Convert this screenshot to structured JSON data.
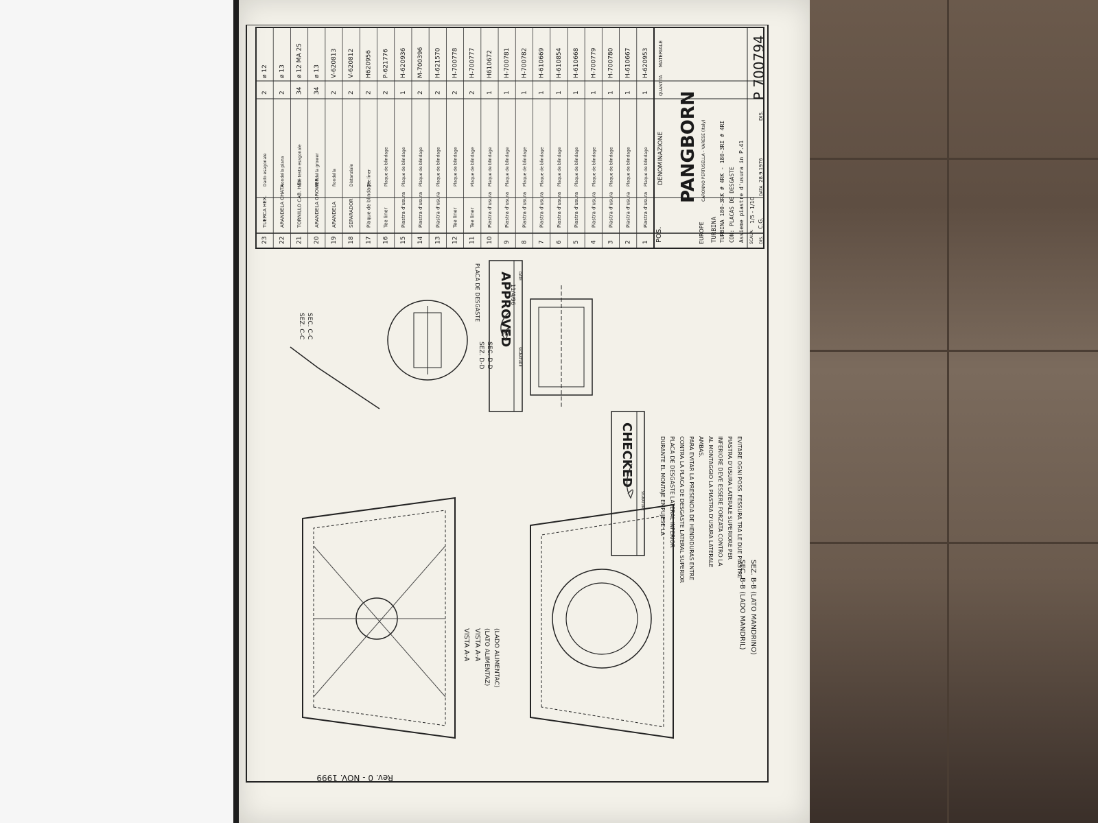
{
  "document": {
    "company": "PANGBORN",
    "company_sub": "EUROPE",
    "company_address": "CARONNO PERTUSELLA - VARESE (Italy)",
    "drawing_number_label": "DIS.",
    "drawing_number": "P 700794",
    "scale_label": "SCALA:",
    "scale": "1/5 - 1/10",
    "drawn_label": "DIS.",
    "drawn_by": "C.G.",
    "date_label": "DATA",
    "date": "28.9.1976",
    "title_lines": [
      "TURBINA",
      "TURBINA  180-3RK # 4RK - 180-3RI # 4RI",
      "CON: PLACAS DE DESGASTE",
      "Assieme piastre d'usura in P.41"
    ],
    "revision": "Rev. 0 - NOV. 1999",
    "stamps": {
      "approved": "APPROVED",
      "checked": "CHECKED",
      "signature_label": "SIGNATURE",
      "date_label": "DATE",
      "approved_date": "11/4/96",
      "placa_de_desgaste": "PLACA DE DESGASTE"
    },
    "notes": [
      "DURANTE EL MONTAJE EMPUJESE LA",
      "PLACA DE DESGASTE LATERAL INFERIOR",
      "CONTRA LA PLACA DE DESGASTE LATERAL SUPERIOR",
      "PARA EVITAR LA PRESENCIA DE HENDIDURAS ENTRE",
      "AMBAS.",
      "AL MONTAGGIO LA PIASTRA D'USURA LATERALE",
      "INFERIORE DEVE ESSERE FORZATA CONTRO LA",
      "PIASTRA D'USURA LATERALE SUPERIORE PER",
      "EVITARE OGNI POSS. FESSURA TRA LE DUE PIASTRE"
    ],
    "views": {
      "vista_aa": "VISTA A-A",
      "vista_aa_2": "VISTA A-A",
      "lado_alimentac": "(LADO ALIMENTAC)",
      "lato_alimentaz": "(LATO ALIMENTAZ)",
      "sec_bb": "SEC. B-B (LADO MANDRIL)",
      "sez_bb": "SEZ. B-B (LATO MANDRINO)",
      "sec_cc": "SEC. C-C",
      "sez_cc": "SEZ. C-C",
      "sec_dd": "SEC. D-D",
      "sez_dd": "SEZ. D-D"
    },
    "bom_headers": {
      "pos": "POS.",
      "denominazione": "DENOMINAZIONE",
      "quantita": "QUANTITA",
      "materiale": "MATERIALE"
    },
    "bom": [
      {
        "pos": "23",
        "name": "TUERCA HEX.",
        "name2": "Dado esagonale",
        "qty": "2",
        "mat": "ø 12"
      },
      {
        "pos": "22",
        "name": "ARANDELA CHATA",
        "name2": "Rondella piana",
        "qty": "2",
        "mat": "ø 13"
      },
      {
        "pos": "21",
        "name": "TORNILLO CAB. HEX",
        "name2": "Vite testa esagonale",
        "qty": "34",
        "mat": "ø 12 MA 25"
      },
      {
        "pos": "20",
        "name": "ARANDELA GROWER",
        "name2": "Rondella grower",
        "qty": "34",
        "mat": "ø 13"
      },
      {
        "pos": "19",
        "name": "ARANDELA",
        "name2": "Rondella",
        "qty": "2",
        "mat": "V-620813"
      },
      {
        "pos": "18",
        "name": "SEPARADOR",
        "name2": "Distanziale",
        "qty": "2",
        "mat": "V-620812"
      },
      {
        "pos": "17",
        "name": "Plaque de blindage",
        "name2": "Tee liner",
        "qty": "2",
        "mat": "H620956"
      },
      {
        "pos": "16",
        "name": "Tee liner",
        "name2": "Plaque de blindage",
        "qty": "2",
        "mat": "P-621776"
      },
      {
        "pos": "15",
        "name": "Piastra d'usura",
        "name2": "Plaque de blindage",
        "qty": "1",
        "mat": "H-620936"
      },
      {
        "pos": "14",
        "name": "Piastra d'usura",
        "name2": "Plaque de blindage",
        "qty": "2",
        "mat": "M-700396"
      },
      {
        "pos": "13",
        "name": "Piastra d'usura",
        "name2": "Plaque de blindage",
        "qty": "2",
        "mat": "H-621570"
      },
      {
        "pos": "12",
        "name": "Tee liner",
        "name2": "Plaque de blindage",
        "qty": "2",
        "mat": "H-700778"
      },
      {
        "pos": "11",
        "name": "Tee liner",
        "name2": "Plaque de blindage",
        "qty": "2",
        "mat": "H-700777"
      },
      {
        "pos": "10",
        "name": "Piastra d'usura",
        "name2": "Plaque de blindage",
        "qty": "1",
        "mat": "H610672"
      },
      {
        "pos": "9",
        "name": "Piastra d'usura",
        "name2": "Plaque de blindage",
        "qty": "1",
        "mat": "H-700781"
      },
      {
        "pos": "8",
        "name": "Piastra d'usura",
        "name2": "Plaque de blindage",
        "qty": "1",
        "mat": "H-700782"
      },
      {
        "pos": "7",
        "name": "Piastra d'usura",
        "name2": "Plaque de blindage",
        "qty": "1",
        "mat": "H-610669"
      },
      {
        "pos": "6",
        "name": "Piastra d'usura",
        "name2": "Plaque de blindage",
        "qty": "1",
        "mat": "H-610854"
      },
      {
        "pos": "5",
        "name": "Piastra d'usura",
        "name2": "Plaque de blindage",
        "qty": "1",
        "mat": "H-610668"
      },
      {
        "pos": "4",
        "name": "Piastra d'usura",
        "name2": "Plaque de blindage",
        "qty": "1",
        "mat": "H-700779"
      },
      {
        "pos": "3",
        "name": "Piastra d'usura",
        "name2": "Plaque de blindage",
        "qty": "1",
        "mat": "H-700780"
      },
      {
        "pos": "2",
        "name": "Piastra d'usura",
        "name2": "Plaque de blindage",
        "qty": "1",
        "mat": "H-610667"
      },
      {
        "pos": "1",
        "name": "Piastra d'usura",
        "name2": "Plaque de blindage",
        "qty": "1",
        "mat": "H-620953"
      }
    ]
  }
}
